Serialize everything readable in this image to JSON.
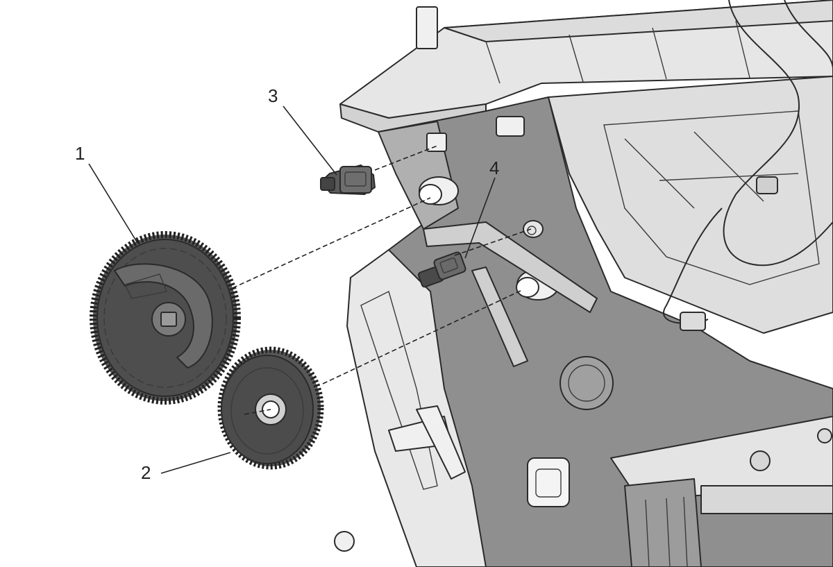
{
  "callouts": [
    {
      "id": "1",
      "label": "1"
    },
    {
      "id": "2",
      "label": "2"
    },
    {
      "id": "3",
      "label": "3"
    },
    {
      "id": "4",
      "label": "4"
    }
  ],
  "colors": {
    "background": "#ffffff",
    "housing_light": "#e4e4e4",
    "housing_mid": "#a6a6a6",
    "housing_dark": "#7a7a7a",
    "part_dark": "#4a4a4a",
    "line": "#222222"
  }
}
